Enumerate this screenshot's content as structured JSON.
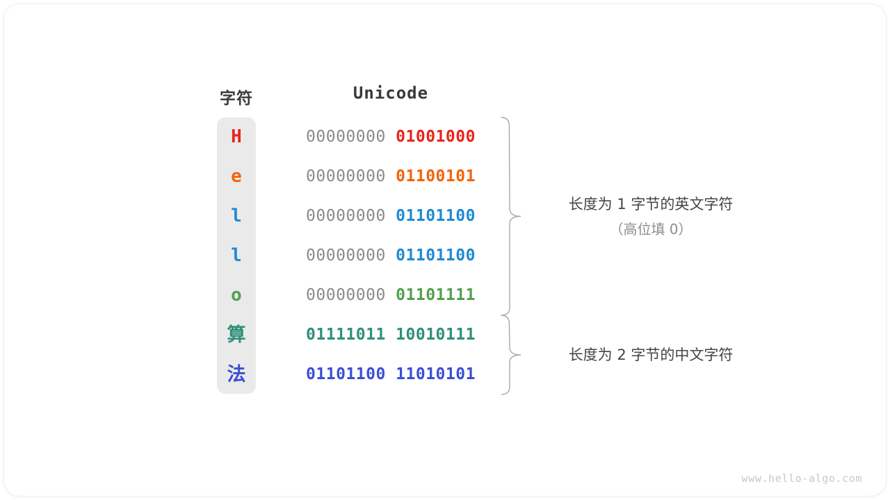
{
  "headers": {
    "char": "字符",
    "unicode": "Unicode"
  },
  "colors": {
    "red": "#e8241c",
    "orange": "#f2640c",
    "blue": "#1f8ad2",
    "green": "#52a04e",
    "teal": "#2f8f78",
    "indigo": "#3b4fd4",
    "gray_byte": "#8a8a8a",
    "column_bg": "#eaeaea",
    "annotation": "#444444",
    "annotation_muted": "#8d8d8d",
    "watermark": "#c8c8c8"
  },
  "rows": [
    {
      "char": "H",
      "high_byte": "00000000",
      "low_byte": "01001000",
      "color": "#e8241c",
      "high_colored": false,
      "cjk": false
    },
    {
      "char": "e",
      "high_byte": "00000000",
      "low_byte": "01100101",
      "color": "#f2640c",
      "high_colored": false,
      "cjk": false
    },
    {
      "char": "l",
      "high_byte": "00000000",
      "low_byte": "01101100",
      "color": "#1f8ad2",
      "high_colored": false,
      "cjk": false
    },
    {
      "char": "l",
      "high_byte": "00000000",
      "low_byte": "01101100",
      "color": "#1f8ad2",
      "high_colored": false,
      "cjk": false
    },
    {
      "char": "o",
      "high_byte": "00000000",
      "low_byte": "01101111",
      "color": "#52a04e",
      "high_colored": false,
      "cjk": false
    },
    {
      "char": "算",
      "high_byte": "01111011",
      "low_byte": "10010111",
      "color": "#2f8f78",
      "high_colored": true,
      "cjk": true
    },
    {
      "char": "法",
      "high_byte": "01101100",
      "low_byte": "11010101",
      "color": "#3b4fd4",
      "high_colored": true,
      "cjk": true
    }
  ],
  "annotations": [
    {
      "line1": "长度为 1 字节的英文字符",
      "line2": "（高位填 0）",
      "brace_rows": [
        0,
        4
      ]
    },
    {
      "line1": "长度为 2 字节的中文字符",
      "line2": "",
      "brace_rows": [
        5,
        6
      ]
    }
  ],
  "watermark": "www.hello-algo.com"
}
